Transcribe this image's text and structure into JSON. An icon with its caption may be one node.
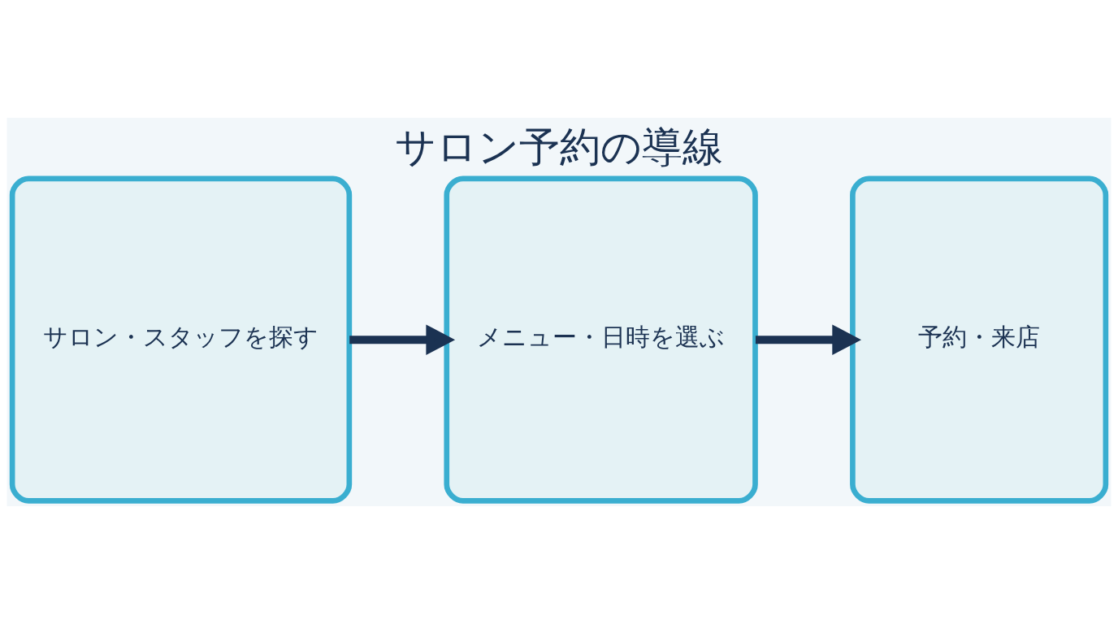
{
  "diagram": {
    "title": "サロン予約の導線",
    "nodes": [
      {
        "text": [
          "サロン・スタッフを探す"
        ]
      },
      {
        "text": [
          "メニュー・日時を選ぶ"
        ]
      },
      {
        "text": [
          "予約・来店"
        ]
      }
    ],
    "edges": [
      {
        "from": 0,
        "to": 1,
        "arrow": "to"
      },
      {
        "from": 1,
        "to": 2,
        "arrow": "to"
      }
    ]
  }
}
